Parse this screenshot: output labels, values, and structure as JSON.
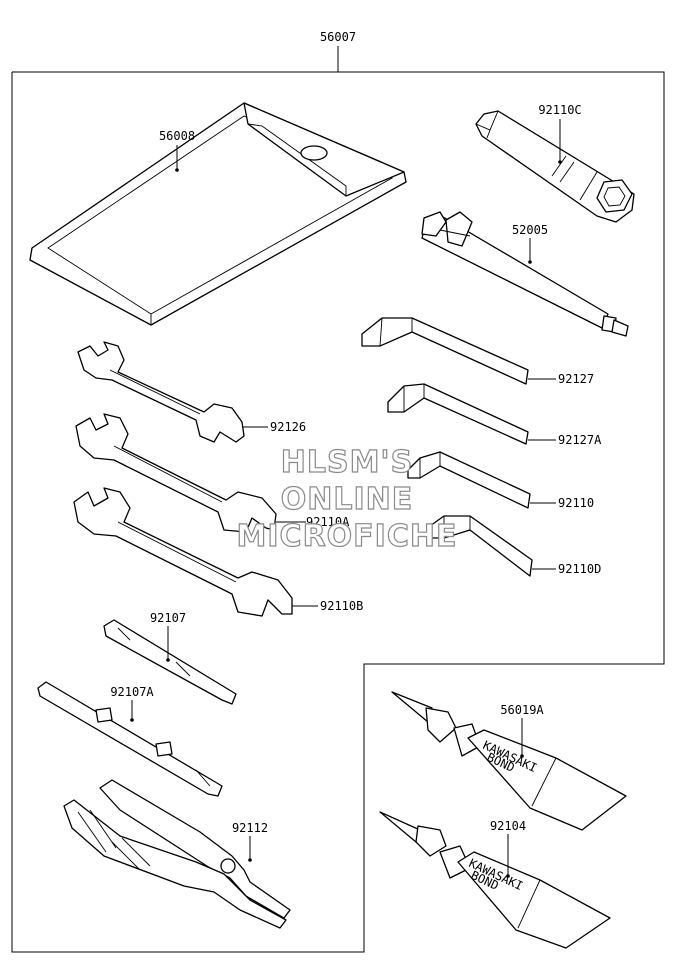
{
  "assembly": {
    "number": "56007"
  },
  "parts": [
    {
      "key": "pouch",
      "number": "56008"
    },
    {
      "key": "plug-wrench",
      "number": "92110C"
    },
    {
      "key": "wrench-handle",
      "number": "52005"
    },
    {
      "key": "hex-wrench-1",
      "number": "92127"
    },
    {
      "key": "hex-wrench-2",
      "number": "92127A"
    },
    {
      "key": "hex-wrench-3",
      "number": "92110"
    },
    {
      "key": "hex-wrench-4",
      "number": "92110D"
    },
    {
      "key": "open-wrench-1",
      "number": "92126"
    },
    {
      "key": "open-wrench-2",
      "number": "92110A"
    },
    {
      "key": "open-wrench-3",
      "number": "92110B"
    },
    {
      "key": "screwdriver-grip",
      "number": "92107"
    },
    {
      "key": "screwdriver-bit",
      "number": "92107A"
    },
    {
      "key": "pliers",
      "number": "92112"
    },
    {
      "key": "bond-tube-1",
      "number": "56019A"
    },
    {
      "key": "bond-tube-2",
      "number": "92104"
    }
  ],
  "tube_print": {
    "brand": "KAWASAKI",
    "product": "BOND"
  },
  "watermark": {
    "line1": "HLSM'S",
    "line2": "ONLINE",
    "line3": "MICROFICHE"
  }
}
